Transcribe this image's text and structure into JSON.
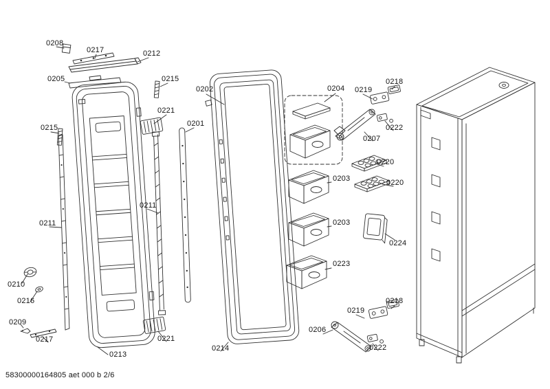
{
  "style": {
    "line_color": "#2e2e2e",
    "background": "#ffffff"
  },
  "footer": {
    "doc_code": "58300000164805 aet 000 b 2/6"
  },
  "labels": {
    "p0208": "0208",
    "p0217_top": "0217",
    "p0212": "0212",
    "p0205": "0205",
    "p0215_top": "0215",
    "p0202": "0202",
    "p0204": "0204",
    "p0219_top": "0219",
    "p0218_top": "0218",
    "p0221_top": "0221",
    "p0222_top": "0222",
    "p0207": "0207",
    "p0215_left": "0215",
    "p0201": "0201",
    "p0220_a": "0220",
    "p0203_a": "0203",
    "p0220_b": "0220",
    "p0211_right": "0211",
    "p0211_left": "0211",
    "p0203_b": "0203",
    "p0224": "0224",
    "p0223": "0223",
    "p0210": "0210",
    "p0216": "0216",
    "p0218_bottom": "0218",
    "p0219_bottom": "0219",
    "p0209": "0209",
    "p0206": "0206",
    "p0221_bottom": "0221",
    "p0222_bottom": "0222",
    "p0217_bottom": "0217",
    "p0213": "0213",
    "p0214": "0214"
  }
}
